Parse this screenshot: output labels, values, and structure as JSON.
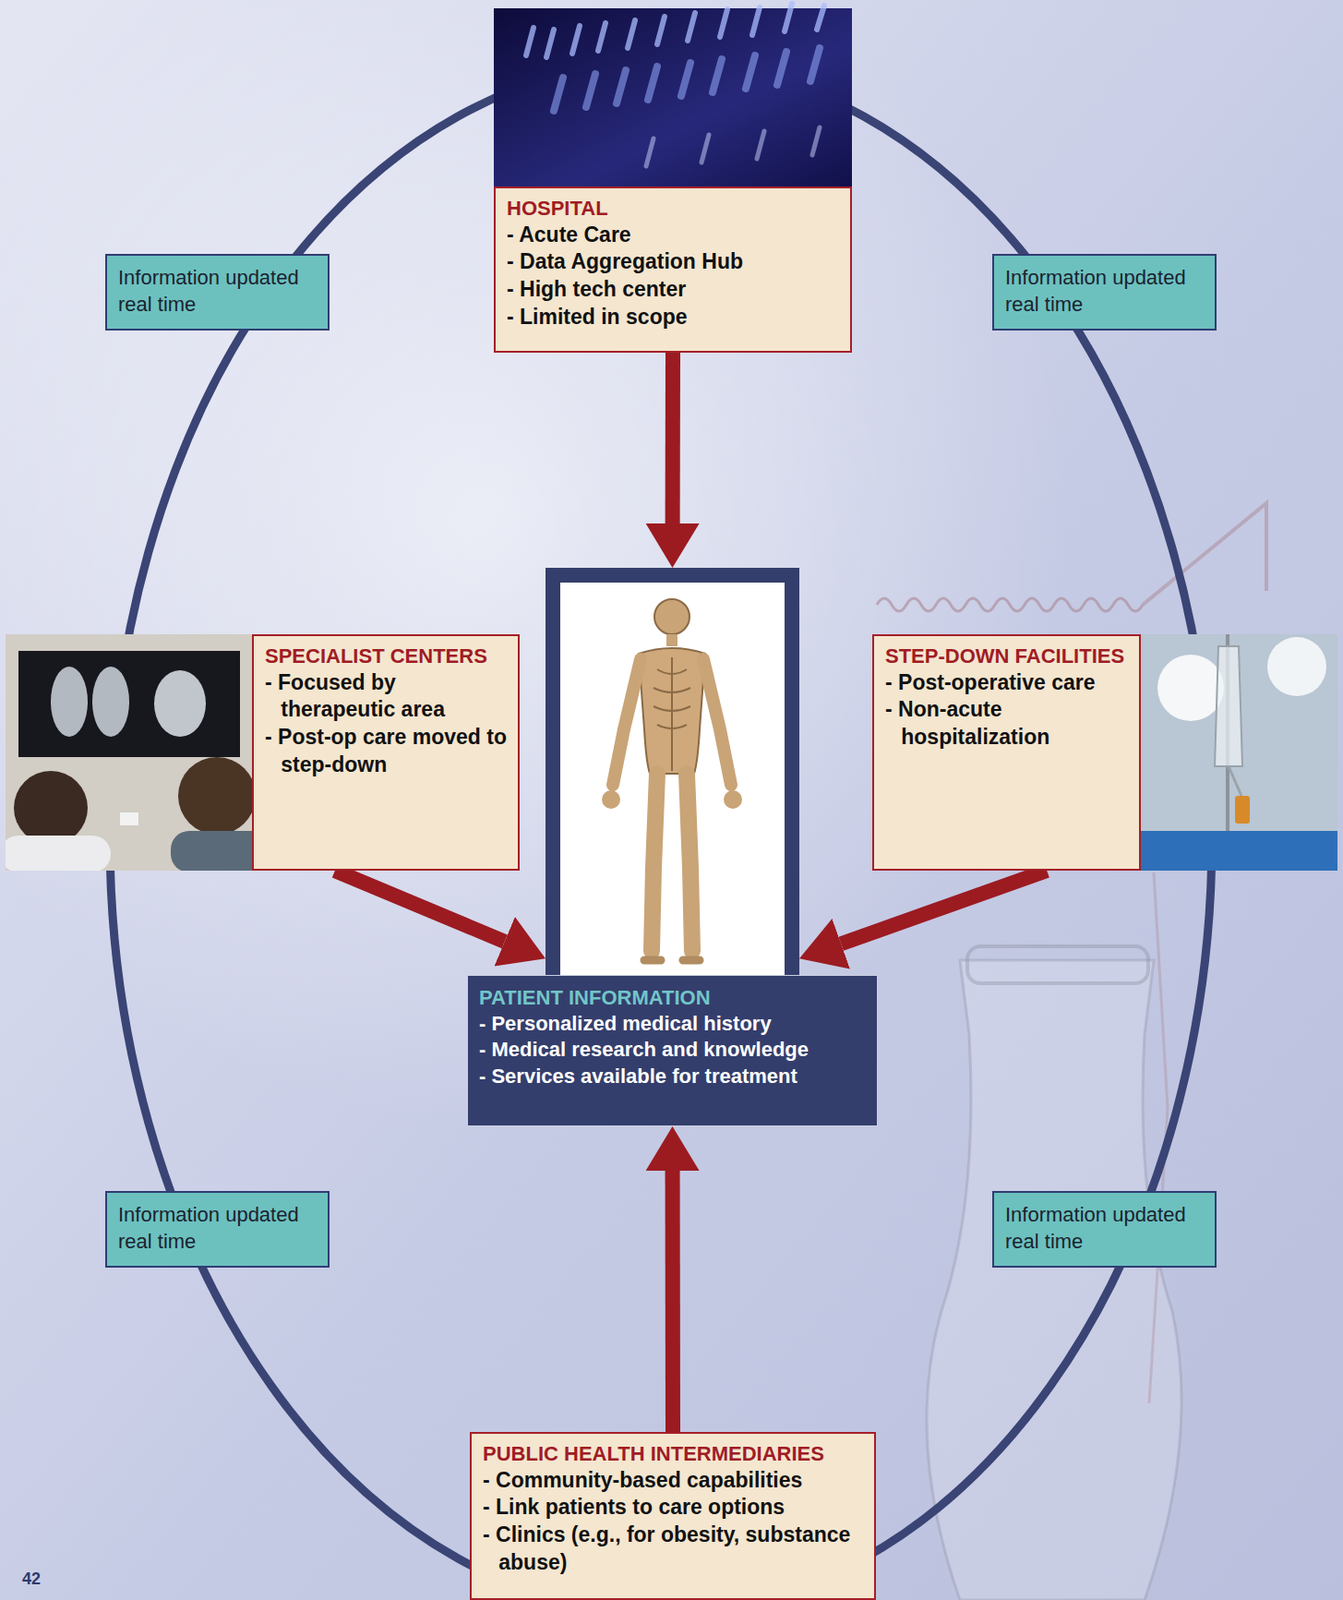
{
  "diagram": {
    "nodes": [
      {
        "text": [
          "HOSPITAL",
          "- Acute Care",
          "- Data Aggregation Hub",
          "- High tech center",
          "- Limited in scope"
        ]
      },
      {
        "text": [
          "Information updated real time"
        ]
      },
      {
        "text": [
          "Information updated real time"
        ]
      },
      {
        "text": [
          "SPECIALIST CENTERS",
          "- Focused by therapeutic area",
          "- Post-op care moved to step-down"
        ]
      },
      {
        "text": [
          "STEP-DOWN FACILITIES",
          "- Post-operative care",
          "- Non-acute hospitalization"
        ]
      },
      {
        "text": [
          "PATIENT INFORMATION",
          "- Personalized medical history",
          "- Medical research and knowledge",
          "- Services available for treatment"
        ]
      },
      {
        "text": [
          "Information updated real time"
        ]
      },
      {
        "text": [
          "Information updated real time"
        ]
      },
      {
        "text": [
          "PUBLIC HEALTH INTERMEDIARIES",
          "- Community-based capabilities",
          "- Link patients to care options",
          "- Clinics (e.g., for obesity, substance abuse)"
        ]
      }
    ],
    "edges": [
      {
        "from": 0,
        "to": 5,
        "arrow": "to"
      },
      {
        "from": 3,
        "to": 5,
        "arrow": "to"
      },
      {
        "from": 4,
        "to": 5,
        "arrow": "to"
      },
      {
        "from": 8,
        "to": 5,
        "arrow": "to"
      }
    ],
    "labels": [
      "42"
    ]
  }
}
